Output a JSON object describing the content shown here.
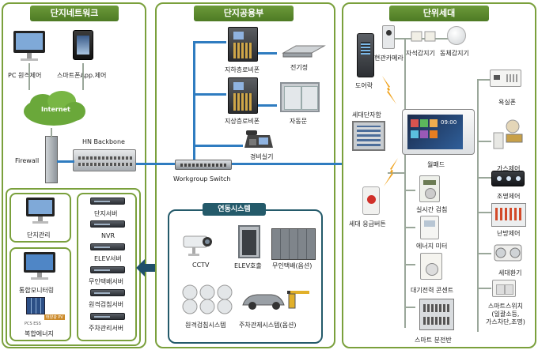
{
  "panels": {
    "complex_network": "단지네트워크",
    "complex_common": "단지공용부",
    "unit_household": "단위세대",
    "linked_systems": "연동시스템"
  },
  "network": {
    "pc_remote": "PC 원격제어",
    "smartphone_app": "스마트폰App.제어",
    "internet": "Internet",
    "firewall": "Firewall",
    "hn_backbone": "HN Backbone",
    "complex_mgmt": "단지관리",
    "integrated_monitoring": "통합모니터링",
    "solar_tag": "태양광 PV",
    "pcs_ess": "PCS ESS",
    "composite_energy": "복합에너지",
    "servers": [
      "단지서버",
      "NVR",
      "ELEV서버",
      "무인택배서버",
      "원격검침서버",
      "주차관리서버"
    ]
  },
  "common": {
    "b1_lobby": "지하층로비폰",
    "electric_lock": "전기정",
    "ground_lobby": "지상층로비폰",
    "auto_door": "자동문",
    "guard_phone": "경비실기",
    "workgroup_switch": "Workgroup Switch"
  },
  "linked": {
    "cctv": "CCTV",
    "elev_call": "ELEV호출",
    "unmanned_delivery": "무인택배(옵션)",
    "remote_meter": "원격검침시스템",
    "parking": "주차관제시스템(옵션)"
  },
  "unit": {
    "door_lock": "도어락",
    "entrance_camera": "현관카메라",
    "magnetic_sensor": "자석감지기",
    "motion_sensor": "동체감지기",
    "household_panel": "세대단자함",
    "wallpad": "월패드",
    "emergency_button": "세대 응급버튼",
    "realtime_meter": "실시간 검침",
    "energy_meter": "에너지 미터",
    "standby_outlet": "대기전력 콘센트",
    "smart_panel": "스마트 분전반",
    "bathroom_phone": "욕실폰",
    "gas_control": "가스제어",
    "lighting_control": "조명제어",
    "heating_control": "난방제어",
    "ventilation": "세대환기",
    "smart_switch": "스마트스위치\n(일괄소등,\n가스차단,조명)",
    "wallpad_time": "09:00"
  }
}
